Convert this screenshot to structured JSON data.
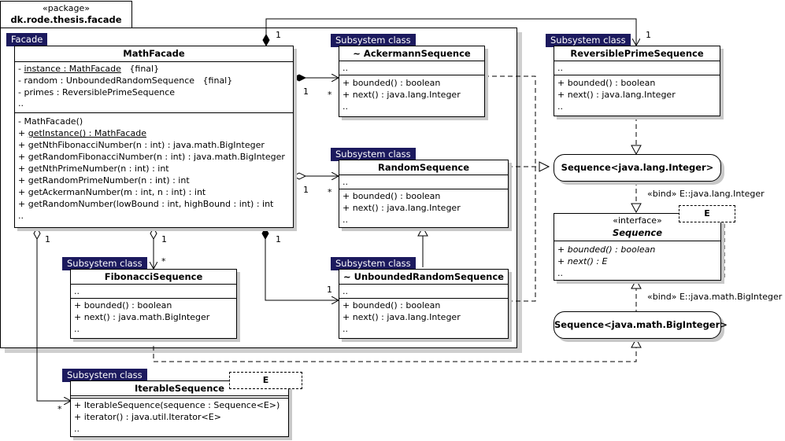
{
  "package": {
    "stereotype": "«package»",
    "name": "dk.rode.thesis.facade"
  },
  "facade_tag": "Facade",
  "math_facade": {
    "name": "MathFacade",
    "attrs": {
      "a1_name": "instance : MathFacade",
      "a1_tail": "{final}",
      "a2_head": "- random : UnboundedRandomSequence",
      "a2_tail": "{final}",
      "a3": "- primes : ReversiblePrimeSequence",
      "a4": ".."
    },
    "ops": {
      "o1": "- MathFacade()",
      "o2": "getInstance() : MathFacade",
      "o3": "+ getNthFibonacciNumber(n : int) : java.math.BigInteger",
      "o4": "+ getRandomFibonacciNumber(n : int) : java.math.BigInteger",
      "o5": "+ getNthPrimeNumber(n : int) : int",
      "o6": "+ getRandomPrimeNumber(n : int) : int",
      "o7": "+ getAckermanNumber(m : int, n : int) : int",
      "o8": "+ getRandomNumber(lowBound : int, highBound : int) : int",
      "o9": ".."
    }
  },
  "subsystem_tag": "Subsystem class",
  "ackermann": {
    "name": "~ AckermannSequence",
    "attr": "..",
    "op1": "+ bounded() : boolean",
    "op2": "+ next() : java.lang.Integer",
    "op3": ".."
  },
  "random_seq": {
    "name": "RandomSequence",
    "attr": "..",
    "op1": "+ bounded() : boolean",
    "op2": "+ next() : java.lang.Integer",
    "op3": ".."
  },
  "unbounded": {
    "name": "~ UnboundedRandomSequence",
    "attr": "..",
    "op1": "+ bounded() : boolean",
    "op2": "+ next() : java.lang.Integer",
    "op3": ".."
  },
  "fibonacci": {
    "name": "FibonacciSequence",
    "attr": "..",
    "op1": "+ bounded() : boolean",
    "op2": "+ next() : java.math.BigInteger",
    "op3": ".."
  },
  "reversible": {
    "name": "ReversiblePrimeSequence",
    "attr": "..",
    "op1": "+ bounded() : boolean",
    "op2": "+ next() : java.lang.Integer",
    "op3": ".."
  },
  "iterable": {
    "name": "IterableSequence",
    "param": "E",
    "op1": "+ IterableSequence(sequence : Sequence<E>)",
    "op2": "+ iterator() : java.util.Iterator<E>",
    "op3": ".."
  },
  "seq_integer": "Sequence<java.lang.Integer>",
  "seq_biginteger": "Sequence<java.math.BigInteger>",
  "sequence_iface": {
    "stereotype": "«interface»",
    "name": "Sequence",
    "param": "E",
    "op1": "+ bounded() : boolean",
    "op2": "+ next() : E",
    "op3": ".."
  },
  "bind1": "«bind» E::java.lang.Integer",
  "bind2": "«bind» E::java.math.BigInteger",
  "mult": {
    "pkg_top": "1",
    "rev_top": "1",
    "ack_1": "1",
    "ack_star": "*",
    "rnd_1": "1",
    "rnd_star": "*",
    "fib_1": "1",
    "fib_star": "*",
    "unb_top": "1",
    "unb_bot": "1",
    "iter_1": "1",
    "iter_star": "*"
  }
}
